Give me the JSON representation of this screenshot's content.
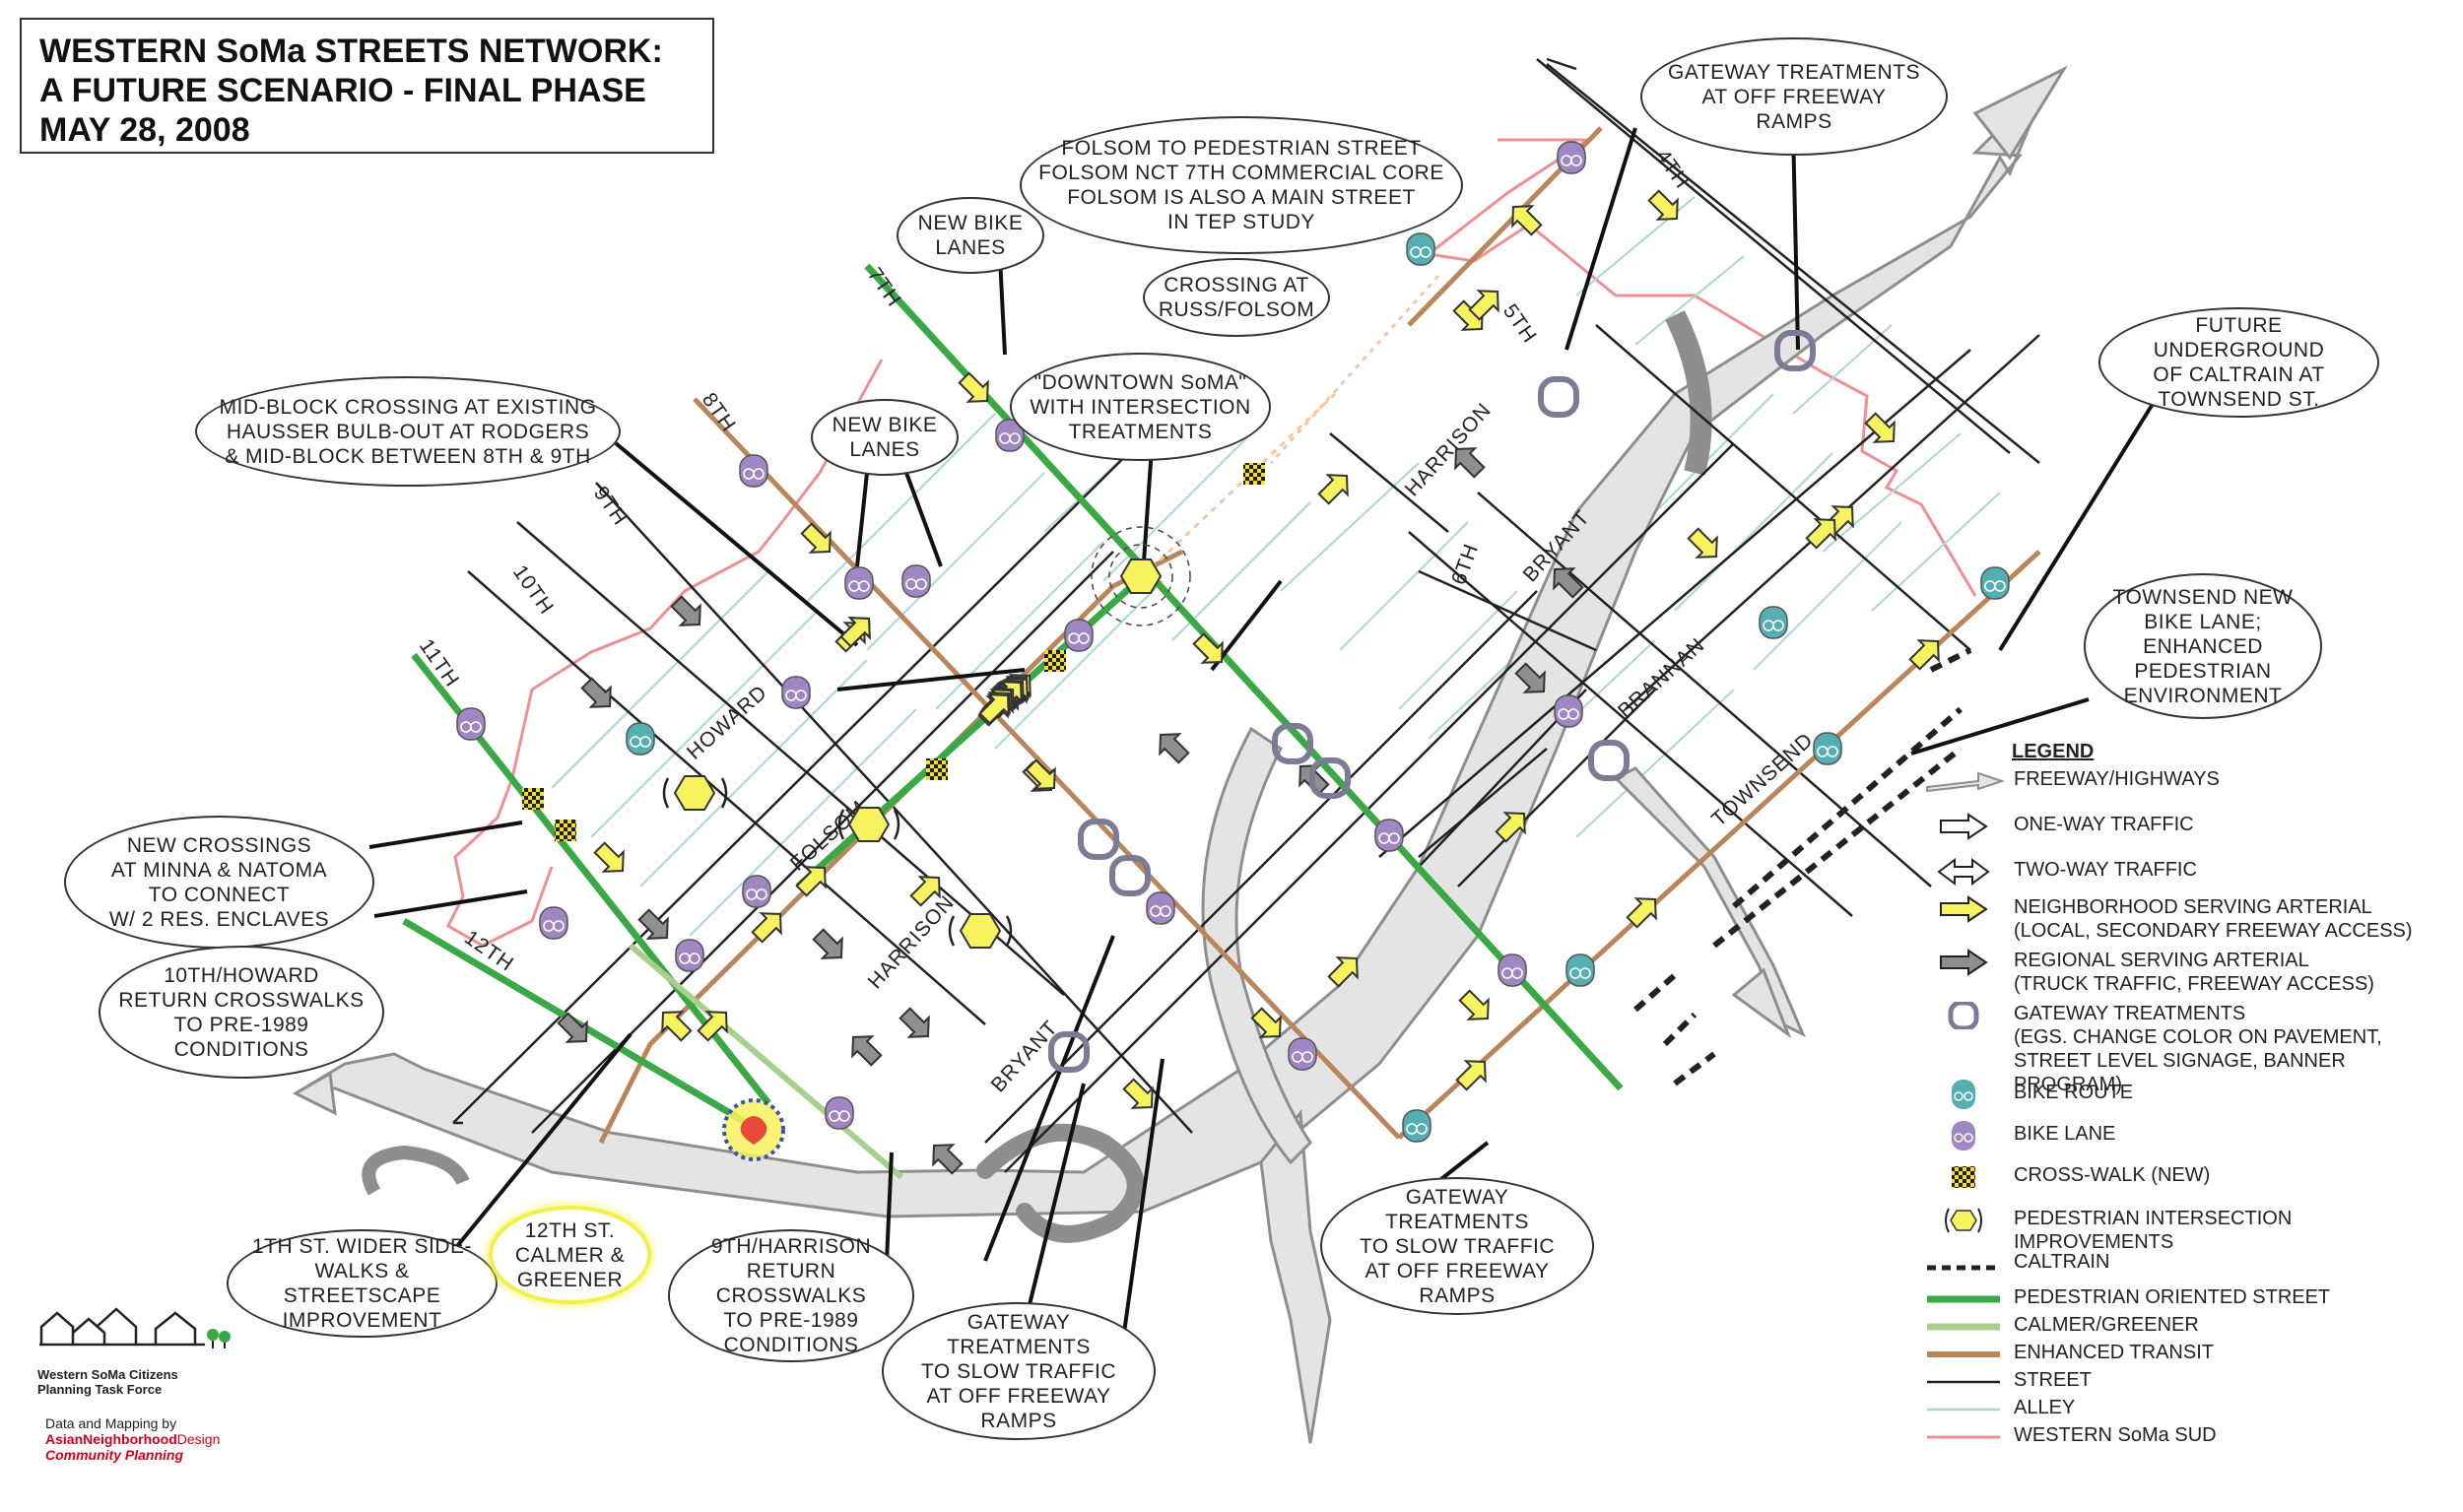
{
  "title": {
    "line1": "WESTERN SoMa STREETS NETWORK:",
    "line2": "A FUTURE SCENARIO - FINAL PHASE",
    "line3": "MAY 28, 2008"
  },
  "streets": {
    "s7th": "7TH",
    "s8th": "8TH",
    "s9th": "9TH",
    "s10th": "10TH",
    "s11th": "11TH",
    "s12th": "12TH",
    "s4th": "4TH",
    "s5th": "5TH",
    "s6th": "6TH",
    "howard": "HOWARD",
    "folsom": "FOLSOM",
    "harrison_w": "HARRISON",
    "harrison_e": "HARRISON",
    "bryant_w": "BRYANT",
    "bryant_e": "BRYANT",
    "brannan": "BRANNAN",
    "townsend": "TOWNSEND"
  },
  "callouts": {
    "gateway_top": "GATEWAY TREATMENTS\nAT OFF FREEWAY\nRAMPS",
    "folsom_ped": "FOLSOM TO PEDESTRIAN STREET\nFOLSOM NCT 7TH COMMERCIAL CORE\nFOLSOM IS ALSO A MAIN STREET\nIN TEP STUDY",
    "new_bike_1": "NEW BIKE\nLANES",
    "crossing_russ": "CROSSING AT\nRUSS/FOLSOM",
    "downtown_soma": "\"DOWNTOWN SoMA\"\nWITH INTERSECTION\nTREATMENTS",
    "mid_block": "MID-BLOCK CROSSING AT EXISTING\nHAUSSER BULB-OUT AT RODGERS\n& MID-BLOCK BETWEEN 8TH & 9TH",
    "new_bike_2": "NEW BIKE\nLANES",
    "future_caltrain": "FUTURE UNDERGROUND\nOF CALTRAIN AT\nTOWNSEND ST.",
    "townsend_bike": "TOWNSEND NEW\nBIKE LANE; ENHANCED\nPEDESTRIAN\nENVIRONMENT",
    "new_crossings": "NEW CROSSINGS\nAT MINNA & NATOMA\nTO CONNECT\nW/ 2 RES. ENCLAVES",
    "howard_return": "10TH/HOWARD\nRETURN CROSSWALKS\nTO PRE-1989\nCONDITIONS",
    "gateway_right": "GATEWAY TREATMENTS\nTO SLOW TRAFFIC\nAT OFF FREEWAY\nRAMPS",
    "wider_sidewalks": "1TH ST. WIDER SIDE-\nWALKS & STREETSCAPE\nIMPROVEMENT",
    "calmer_greener": "12TH ST.\nCALMER &\nGREENER",
    "harrison_return": "9TH/HARRISON\nRETURN CROSSWALKS\nTO PRE-1989\nCONDITIONS",
    "gateway_bottom": "GATEWAY TREATMENTS\nTO SLOW TRAFFIC\nAT OFF FREEWAY\nRAMPS"
  },
  "legend": {
    "title": "LEGEND",
    "items": [
      {
        "label": "FREEWAY/HIGHWAYS",
        "symbol": "freeway-arrow"
      },
      {
        "label": "ONE-WAY TRAFFIC",
        "symbol": "one-way-arrow"
      },
      {
        "label": "TWO-WAY TRAFFIC",
        "symbol": "two-way-arrow"
      },
      {
        "label": "NEIGHBORHOOD SERVING ARTERIAL\n(LOCAL, SECONDARY FREEWAY ACCESS)",
        "symbol": "yellow-arrow"
      },
      {
        "label": "REGIONAL SERVING ARTERIAL\n(TRUCK TRAFFIC, FREEWAY ACCESS)",
        "symbol": "gray-arrow"
      },
      {
        "label": "GATEWAY TREATMENTS\n(EGS. CHANGE COLOR ON PAVEMENT,\nSTREET LEVEL SIGNAGE, BANNER PROGRAM)",
        "symbol": "gateway-ring"
      },
      {
        "label": "BIKE ROUTE",
        "symbol": "bike-route"
      },
      {
        "label": "BIKE LANE",
        "symbol": "bike-lane"
      },
      {
        "label": "CROSS-WALK (NEW)",
        "symbol": "crosswalk"
      },
      {
        "label": "PEDESTRIAN INTERSECTION IMPROVEMENTS",
        "symbol": "ped-intersection"
      },
      {
        "label": "CALTRAIN",
        "symbol": "caltrain-line"
      },
      {
        "label": "PEDESTRIAN ORIENTED STREET",
        "symbol": "green-line"
      },
      {
        "label": "CALMER/GREENER",
        "symbol": "light-green-line"
      },
      {
        "label": "ENHANCED TRANSIT",
        "symbol": "brown-line"
      },
      {
        "label": "STREET",
        "symbol": "black-line"
      },
      {
        "label": "ALLEY",
        "symbol": "alley-line"
      },
      {
        "label": "WESTERN SoMa SUD",
        "symbol": "pink-line"
      }
    ]
  },
  "logo": {
    "org": "Western SoMa Citizens\nPlanning Task Force"
  },
  "credit": {
    "line1": "Data and Mapping by",
    "asian": "Asian",
    "neighborhood": "Neighborhood",
    "design": "Design",
    "community": "Community Planning"
  },
  "colors": {
    "ped_street": "#3aa844",
    "calmer": "#a8d08d",
    "transit": "#b8865a",
    "street": "#222222",
    "alley": "#a9d7d2",
    "sud": "#ef8f93",
    "freeway_fill": "#e4e4e4",
    "freeway_edge": "#8e8e8e",
    "neighborhood_arrow": "#f7f35e",
    "regional_arrow": "#8f8f8f",
    "bike_route": "#55aeb2",
    "bike_lane": "#a086c3"
  }
}
